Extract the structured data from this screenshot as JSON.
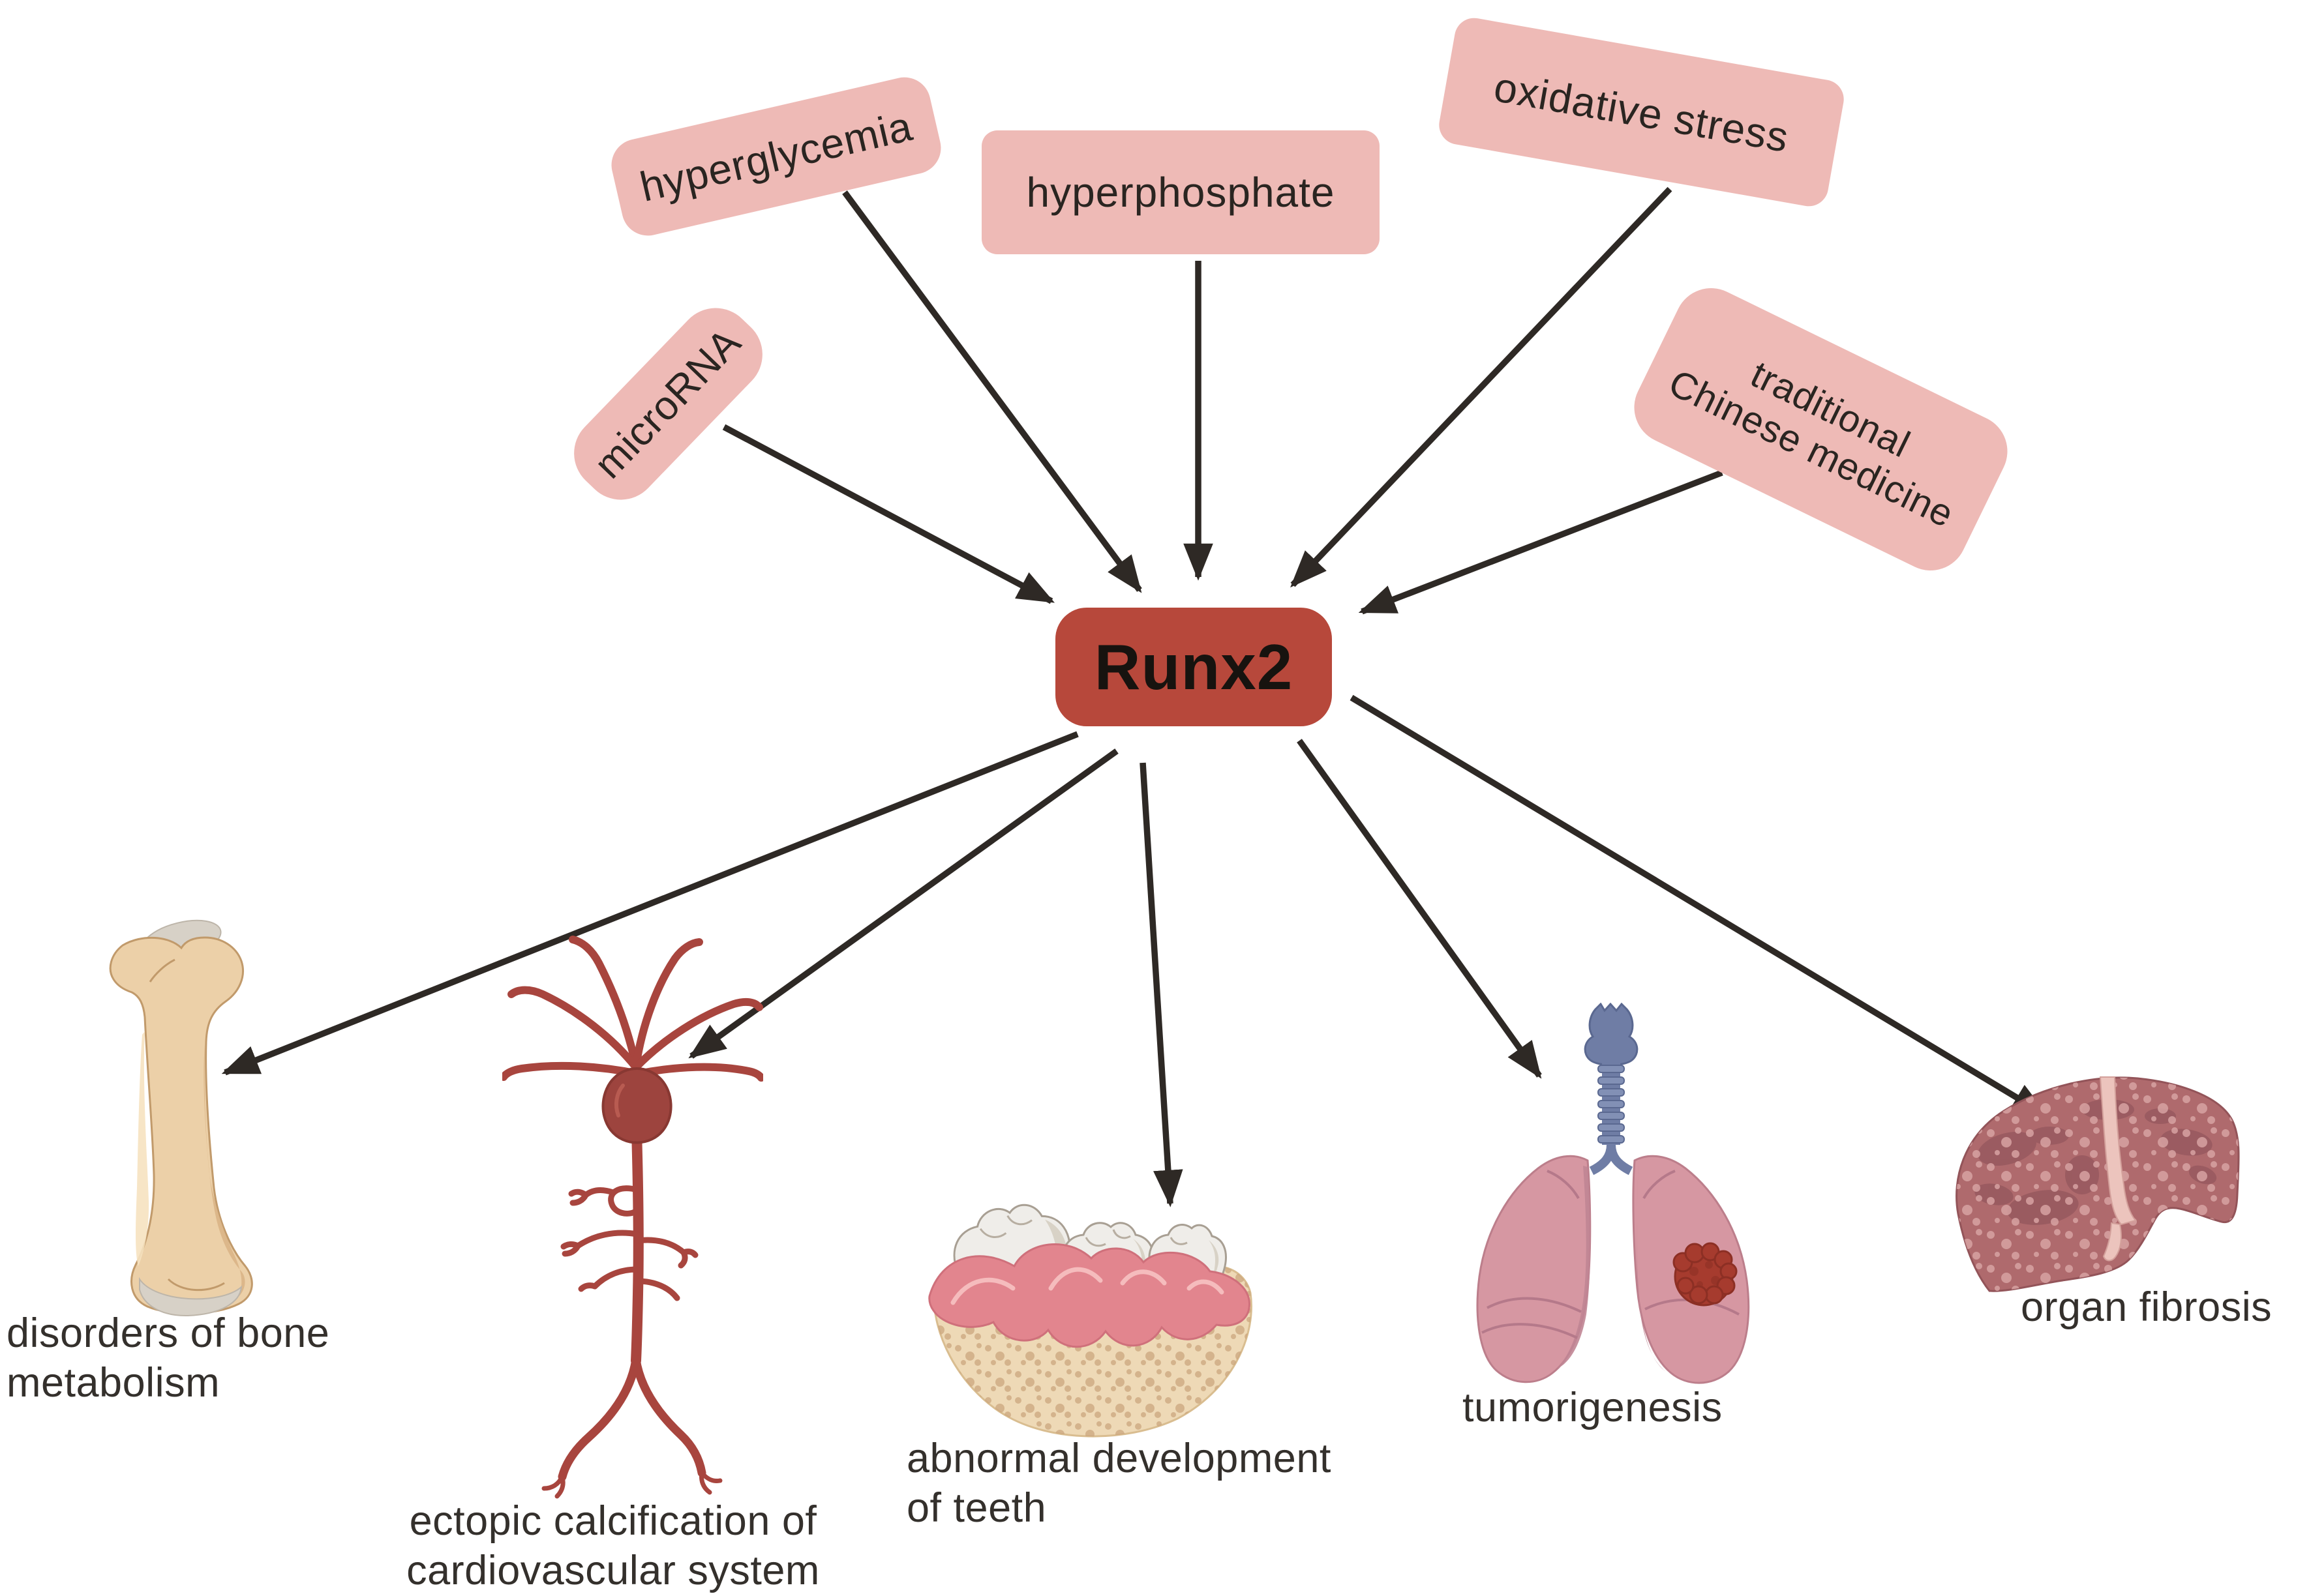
{
  "diagram": {
    "central": {
      "label": "Runx2"
    },
    "factors": [
      {
        "id": "microrna",
        "label": "microRNA"
      },
      {
        "id": "hyperglycemia",
        "label": "hyperglycemia"
      },
      {
        "id": "hyperphosphate",
        "label": "hyperphosphate"
      },
      {
        "id": "oxidative",
        "label": "oxidative stress"
      },
      {
        "id": "tcm",
        "label": "traditional\nChinese medicine"
      }
    ],
    "outcomes": [
      {
        "id": "bone",
        "label": "disorders of bone\nmetabolism",
        "icon": "femur-bone-icon"
      },
      {
        "id": "cardio",
        "label": "ectopic calcification of\ncardiovascular system",
        "icon": "heart-vascular-tree-icon"
      },
      {
        "id": "teeth",
        "label": "abnormal development\nof teeth",
        "icon": "teeth-in-gum-icon"
      },
      {
        "id": "tumor",
        "label": "tumorigenesis",
        "icon": "lungs-with-tumor-icon"
      },
      {
        "id": "fibro",
        "label": "organ fibrosis",
        "icon": "fibrotic-liver-icon"
      }
    ],
    "colors": {
      "factor_box": "#eebab6",
      "central_box": "#b7483b",
      "arrow": "#2e2925",
      "factor_text": "#2a2521",
      "label_text": "#34302c"
    }
  }
}
